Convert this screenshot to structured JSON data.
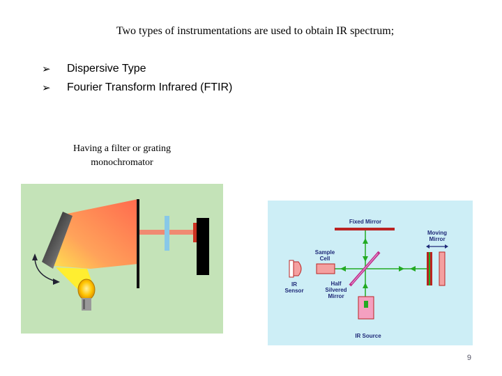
{
  "intro": "Two types of instrumentations are used to obtain IR spectrum;",
  "bullets": [
    {
      "glyph": "➢",
      "text": "Dispersive Type"
    },
    {
      "glyph": "➢",
      "text": "Fourier Transform Infrared (FTIR)"
    }
  ],
  "dispersive_caption": "Having a filter or grating monochromator",
  "ftir_diagram": {
    "fixed_mirror": "Fixed Mirror",
    "moving_mirror": [
      "Moving",
      "Mirror"
    ],
    "sample_cell": [
      "Sample",
      "Cell"
    ],
    "ir_sensor": [
      "IR",
      "Sensor"
    ],
    "half_silvered_mirror": [
      "Half",
      "Silvered",
      "Mirror"
    ],
    "ir_source": "IR Source"
  },
  "page_number": "9",
  "colors": {
    "dispersive_bg": "#c4e3b8",
    "ftir_bg": "#cdeef6",
    "label_blue": "#1f2a78",
    "beam_green": "#22aa22"
  }
}
